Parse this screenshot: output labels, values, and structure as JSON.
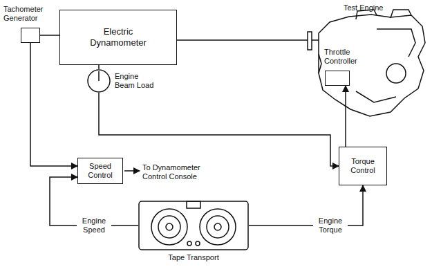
{
  "diagram": {
    "nodes": [
      {
        "text": [
          "Tachometer Generator"
        ]
      },
      {
        "text": [
          "Electric Dynamometer"
        ]
      },
      {
        "text": [
          "Engine Beam Load"
        ]
      },
      {
        "text": [
          "Test Engine"
        ]
      },
      {
        "text": [
          "Throttle Controller"
        ],
        "in": 3
      },
      {
        "text": [
          "Speed Control"
        ]
      },
      {
        "text": [
          "Torque Control"
        ]
      },
      {
        "text": [
          "Tape Transport"
        ]
      }
    ],
    "edges": [
      {
        "from": 0,
        "to": 1,
        "arrow": "none"
      },
      {
        "from": 1,
        "to": 2,
        "arrow": "none"
      },
      {
        "from": 1,
        "to": 3,
        "arrow": "none"
      },
      {
        "from": 0,
        "to": 5,
        "arrow": "to"
      },
      {
        "from": 7,
        "to": 5,
        "label": "Engine Speed",
        "arrow": "to"
      },
      {
        "from": 2,
        "to": 6,
        "arrow": "to"
      },
      {
        "from": 7,
        "to": 6,
        "label": "Engine Torque",
        "arrow": "to"
      },
      {
        "from": 6,
        "to": 4,
        "arrow": "to"
      }
    ],
    "labels": [
      "To Dynamometer Control Console"
    ]
  }
}
